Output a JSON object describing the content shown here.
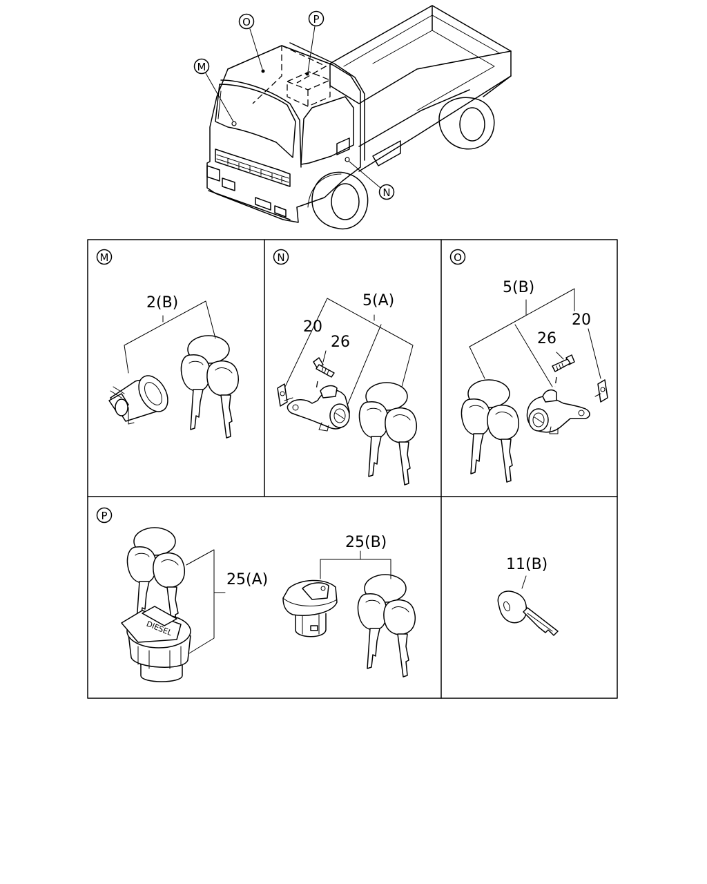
{
  "callouts": {
    "M": "M",
    "N": "N",
    "O": "O",
    "P": "P"
  },
  "panels": {
    "m": {
      "callout": "M",
      "parts": [
        "2(B)"
      ]
    },
    "n": {
      "callout": "N",
      "parts": [
        "20",
        "5(A)",
        "26"
      ]
    },
    "o": {
      "callout": "O",
      "parts": [
        "5(B)",
        "20",
        "26"
      ]
    },
    "p": {
      "callout": "P",
      "parts": [
        "25(B)",
        "25(A)"
      ]
    },
    "q": {
      "callout": "",
      "parts": [
        "11(B)"
      ]
    }
  },
  "fuel_cap_text": "DIESEL"
}
